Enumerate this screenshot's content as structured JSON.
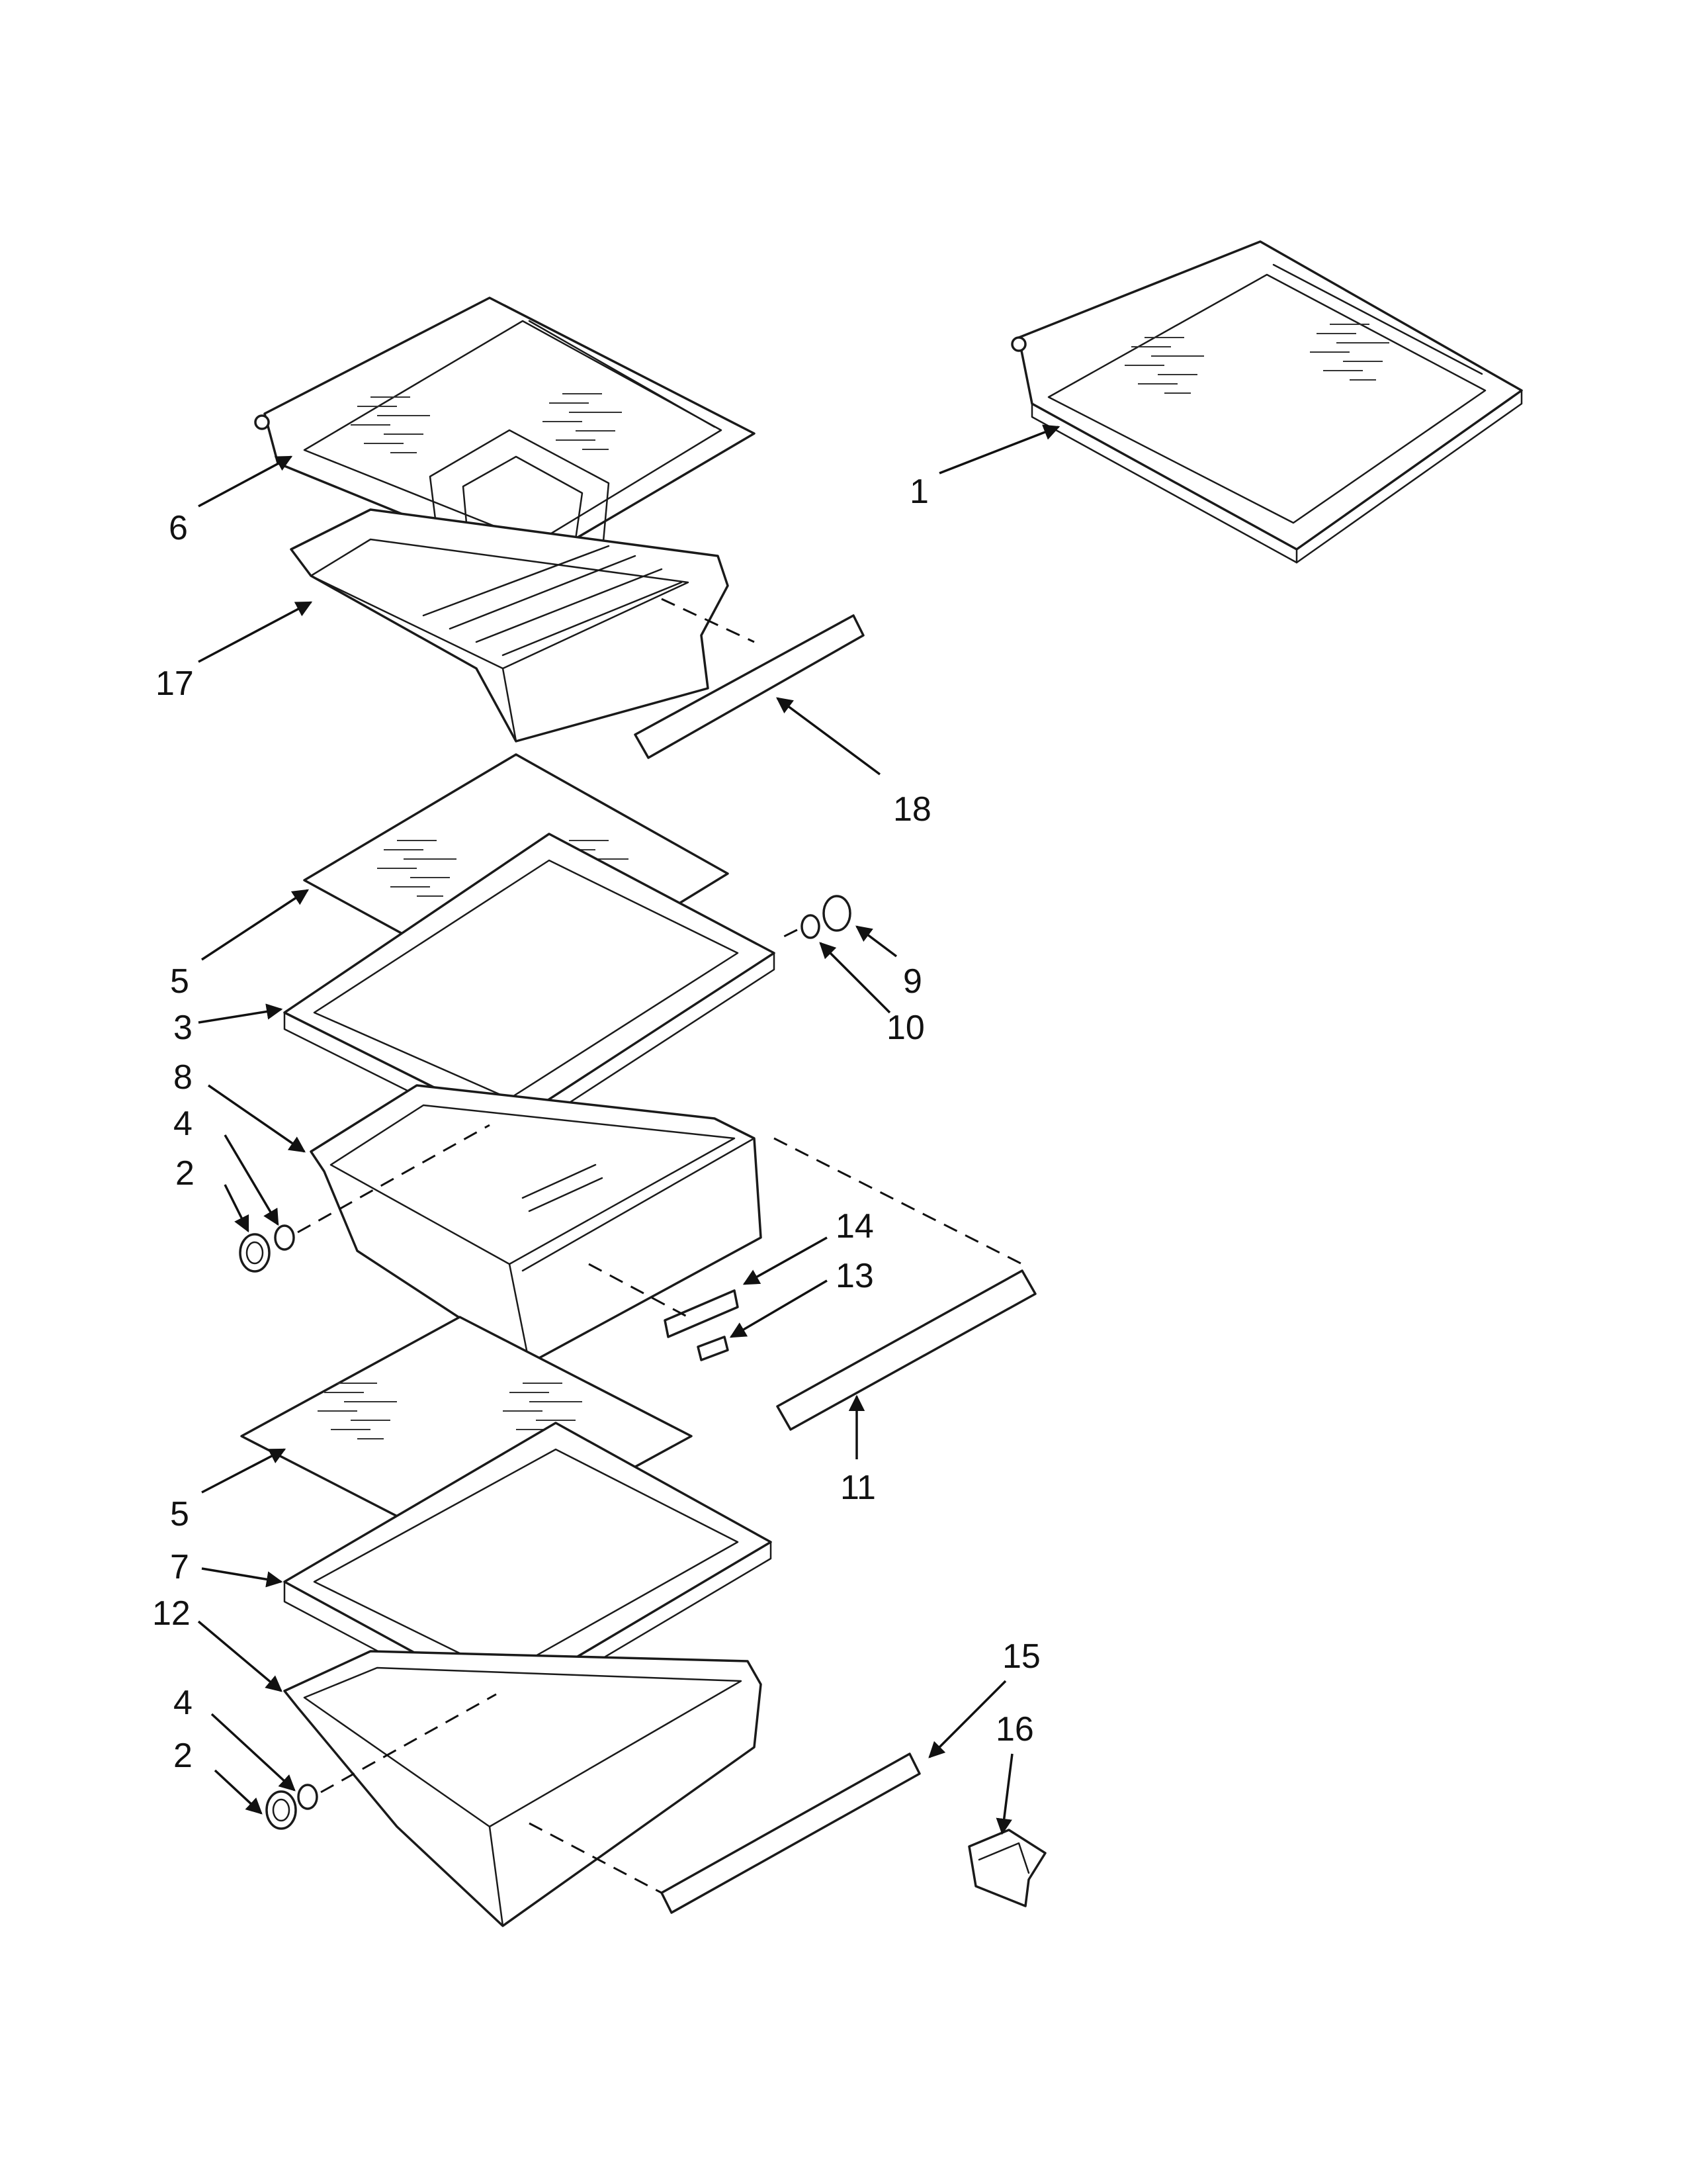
{
  "callouts": {
    "c1": "1",
    "c6": "6",
    "c17": "17",
    "c18": "18",
    "c5a": "5",
    "c3": "3",
    "c8": "8",
    "c4a": "4",
    "c2a": "2",
    "c9": "9",
    "c10": "10",
    "c14": "14",
    "c13": "13",
    "c11": "11",
    "c5b": "5",
    "c7": "7",
    "c12": "12",
    "c4b": "4",
    "c2b": "2",
    "c15": "15",
    "c16": "16"
  }
}
